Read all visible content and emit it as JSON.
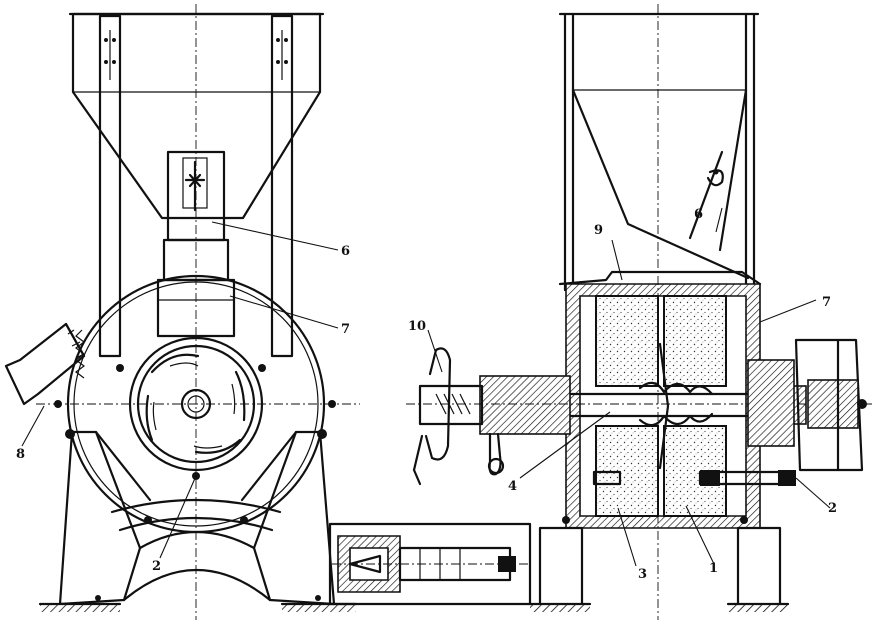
{
  "labels": {
    "l1": "1",
    "l2a": "2",
    "l2b": "2",
    "l3": "3",
    "l4": "4",
    "l6a": "6",
    "l6b": "6",
    "l7a": "7",
    "l7b": "7",
    "l8": "8",
    "l9": "9",
    "l10": "10"
  }
}
